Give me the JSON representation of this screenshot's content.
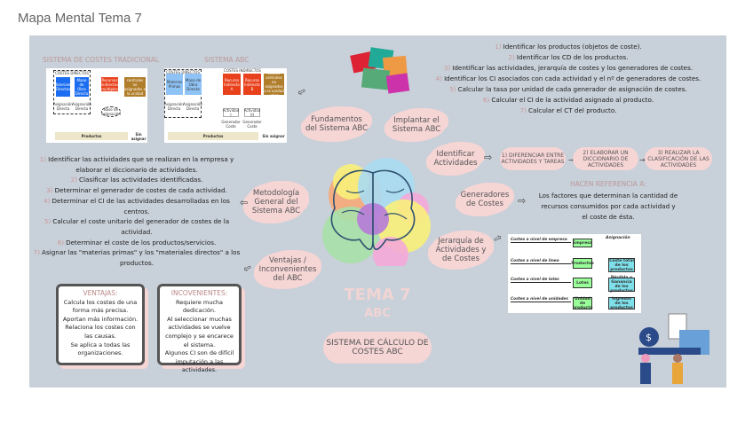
{
  "title": "Mapa Mental Tema 7",
  "traditional": {
    "label": "SISTEMA DE COSTES TRADICIONAL",
    "header": "COSTES DIRECTOS",
    "boxes": [
      "Materiales Directos",
      "Mano de Obra Directa",
      "Recursos indirectos múltiples",
      "Costes centrales no asignados a la unidad valor"
    ],
    "labels": [
      "Asignación Directa",
      "Asignación Directa",
      "Base de asignación"
    ],
    "products": "Productos",
    "unassigned": "Sin asignar"
  },
  "abc": {
    "label": "SISTEMA ABC",
    "header1": "COSTES DIRECTOS",
    "header2": "COSTES INDIRECTOS",
    "boxes": [
      "Materias Primas",
      "Mano de Obra Directa",
      "Recurso Indirecto A",
      "Recurso Indirecto B",
      "Costes centrales no asignados a la unidad valor"
    ],
    "labels": [
      "Asignación Directa",
      "Asignación Directa"
    ],
    "activities": [
      "Actividad I",
      "Actividad III"
    ],
    "drivers": [
      "Generador Coste",
      "Generador Coste"
    ],
    "products": "Productos",
    "unassigned": "Sin asignar"
  },
  "steps_top": [
    {
      "n": "1)",
      "t": "Identificar los productos (objetos de coste)."
    },
    {
      "n": "2)",
      "t": "Identificar los CD de los productos."
    },
    {
      "n": "3)",
      "t": "Identificar las actividades, jerarquía de costes y los generadores de costes."
    },
    {
      "n": "4)",
      "t": "Identificar los CI asociados con cada actividad y el nº de generadores de costes."
    },
    {
      "n": "5)",
      "t": "Calcular la tasa por unidad de cada generador de asignación de costes."
    },
    {
      "n": "6)",
      "t": "Calcular el CI de la actividad asignado al producto."
    },
    {
      "n": "7)",
      "t": "Calcular el CT del producto."
    }
  ],
  "steps_left": [
    {
      "n": "1)",
      "t": "Identificar las actividades que se realizan en la empresa y elaborar el diccionario de actividades."
    },
    {
      "n": "2)",
      "t": "Clasificar las actividades identificadas."
    },
    {
      "n": "3)",
      "t": "Determinar el generador de costes de cada actividad."
    },
    {
      "n": "4)",
      "t": "Determinar el CI de las actividades desarrolladas en los centros."
    },
    {
      "n": "5)",
      "t": "Calcular el coste unitario del generador de costes de la actividad."
    },
    {
      "n": "6)",
      "t": "Determinar el coste de los productos/servicios."
    },
    {
      "n": "7)",
      "t": "Asignar las \"materias primas\" y los \"materiales directos\" a los productos."
    }
  ],
  "clouds": {
    "fundamentos": "Fundamentos del Sistema ABC",
    "implantar": "Implantar el Sistema ABC",
    "identificar": "Identificar Actividades",
    "generadores": "Generadores de Costes",
    "jerarquia": "Jerarquía de Actividades y de Costes",
    "metodologia": "Metodología General del Sistema ABC",
    "ventajas": "Ventajas / Inconvenientes del ABC"
  },
  "activity_steps": [
    "1) Diferenciar entre actividades y tareas",
    "2) Elaborar un diccionario de actividades",
    "3) Realizar la clasificación de las actividades"
  ],
  "reference": {
    "heading": "HACEN REFERENCIA A:",
    "text": "Los factores que determinan la cantidad de recursos consumidos por cada actividad y el coste de ésta."
  },
  "center": {
    "title": "TEMA 7",
    "subtitle": "ABC",
    "pill": "SISTEMA DE CÁLCULO DE COSTES ABC"
  },
  "advantages": {
    "heading": "VENTAJAS:",
    "items": [
      "Calcula los costes de una forma más precisa.",
      "Aportan más información.",
      "Relaciona los costes con las causas.",
      "Se aplica a todas las organizaciones."
    ]
  },
  "disadvantages": {
    "heading": "INCOVENIENTES:",
    "items": [
      "Requiere mucha dedicación.",
      "Al seleccionar muchas actividades se vuelve complejo y se encarece el sistema.",
      "Algunos CI son de difícil imputación a las actividades."
    ]
  },
  "hierarchy": {
    "levels": [
      "Costes a nivel de empresa",
      "Costes a nivel de línea",
      "Costes a nivel de lotes",
      "Costes a nivel de unidades"
    ],
    "assign": "Asignación",
    "boxes": [
      "Empresa",
      "Productos",
      "Lotes",
      "Unidad de producto"
    ],
    "right": [
      "Coste total de los productos",
      "Pérdida o Ganancia de los productos",
      "Ingresos de los productos"
    ]
  },
  "colors": {
    "board": "#c8d0d9",
    "cloud": "#f6d5d5",
    "accent": "#c99"
  }
}
